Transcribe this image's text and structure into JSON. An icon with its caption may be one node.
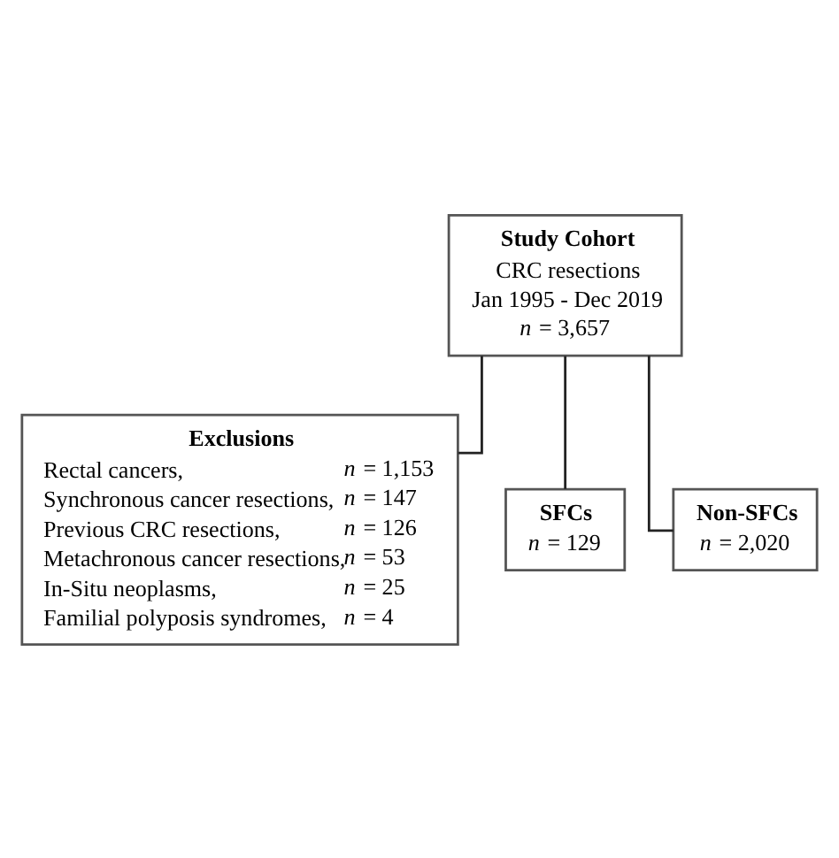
{
  "diagram": {
    "nodes": [
      {
        "text": [
          "Study Cohort",
          "CRC resections",
          "Jan 1995 - Dec 2019",
          "*n* = 3,657"
        ]
      },
      {
        "text": [
          "Exclusions",
          "Rectal cancers,",
          "*n* = 1,153",
          "Synchronous cancer resections,",
          "*n* = 147",
          "Previous CRC resections,",
          "*n* = 126",
          "Metachronous cancer resections,",
          "*n* = 53",
          "In-Situ neoplasms,",
          "*n* = 25",
          "Familial polyposis syndromes,",
          "*n* = 4"
        ]
      },
      {
        "text": [
          "SFCs",
          "*n* = 129"
        ]
      },
      {
        "text": [
          "Non-SFCs",
          "*n* = 2,020"
        ]
      }
    ],
    "edges": [
      {
        "from": 0,
        "to": 1,
        "arrow": "none"
      },
      {
        "from": 0,
        "to": 2,
        "arrow": "none"
      },
      {
        "from": 0,
        "to": 3,
        "arrow": "none"
      }
    ]
  }
}
